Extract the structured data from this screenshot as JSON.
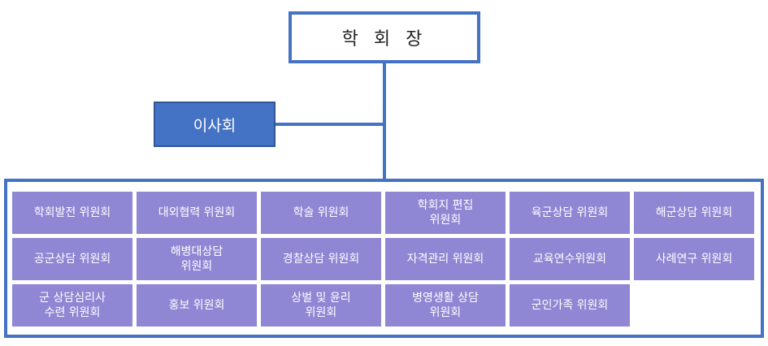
{
  "colors": {
    "accent": "#4472c4",
    "committee": "#8f86d4",
    "text_light": "#ffffff"
  },
  "president": {
    "label": "학 회 장"
  },
  "board": {
    "label": "이사회"
  },
  "committees": [
    "학회발전 위원회",
    "대외협력 위원회",
    "학술 위원회",
    "학회지 편집\n위원회",
    "육군상담 위원회",
    "해군상담 위원회",
    "공군상담 위원회",
    "해병대상담\n위원회",
    "경찰상담 위원회",
    "자격관리 위원회",
    "교육연수위원회",
    "사례연구 위원회",
    "군 상담심리사\n수련 위원회",
    "홍보 위원회",
    "상벌 및 윤리\n위원회",
    "병영생활 상담\n위원회",
    "군인가족 위원회"
  ]
}
